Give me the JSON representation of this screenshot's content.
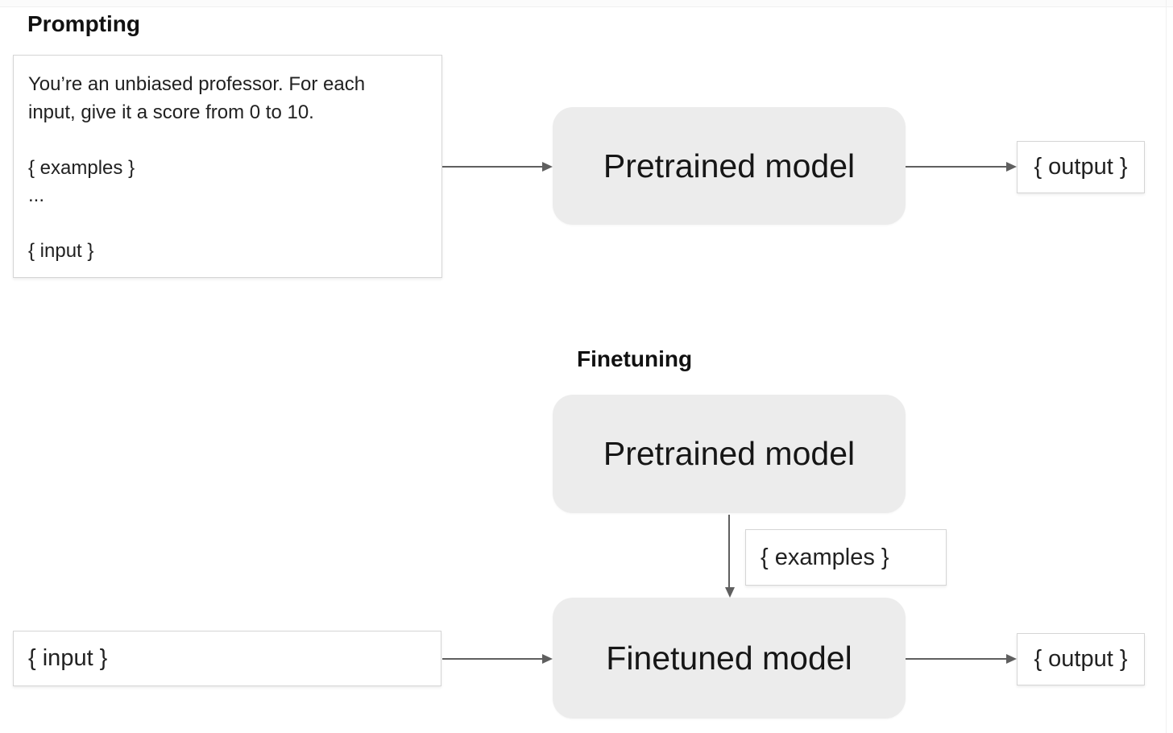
{
  "prompting": {
    "title": "Prompting",
    "prompt_box": {
      "line1": "You’re an unbiased professor. For each",
      "line2": "input, give it a score from 0 to 10.",
      "examples": "{ examples }",
      "ellipsis": "...",
      "input": "{ input }"
    },
    "pretrained_model": "Pretrained model",
    "output": "{ output }"
  },
  "finetuning": {
    "title": "Finetuning",
    "pretrained_model": "Pretrained model",
    "examples": "{ examples }",
    "finetuned_model": "Finetuned model",
    "input": "{ input }",
    "output": "{ output }"
  },
  "colors": {
    "model_box_fill": "#ececec",
    "label_box_border": "#d5d5d5",
    "arrow": "#5f5f5f",
    "text": "#212121",
    "heading": "#111111",
    "canvas_edge": "#f0f0f0"
  }
}
